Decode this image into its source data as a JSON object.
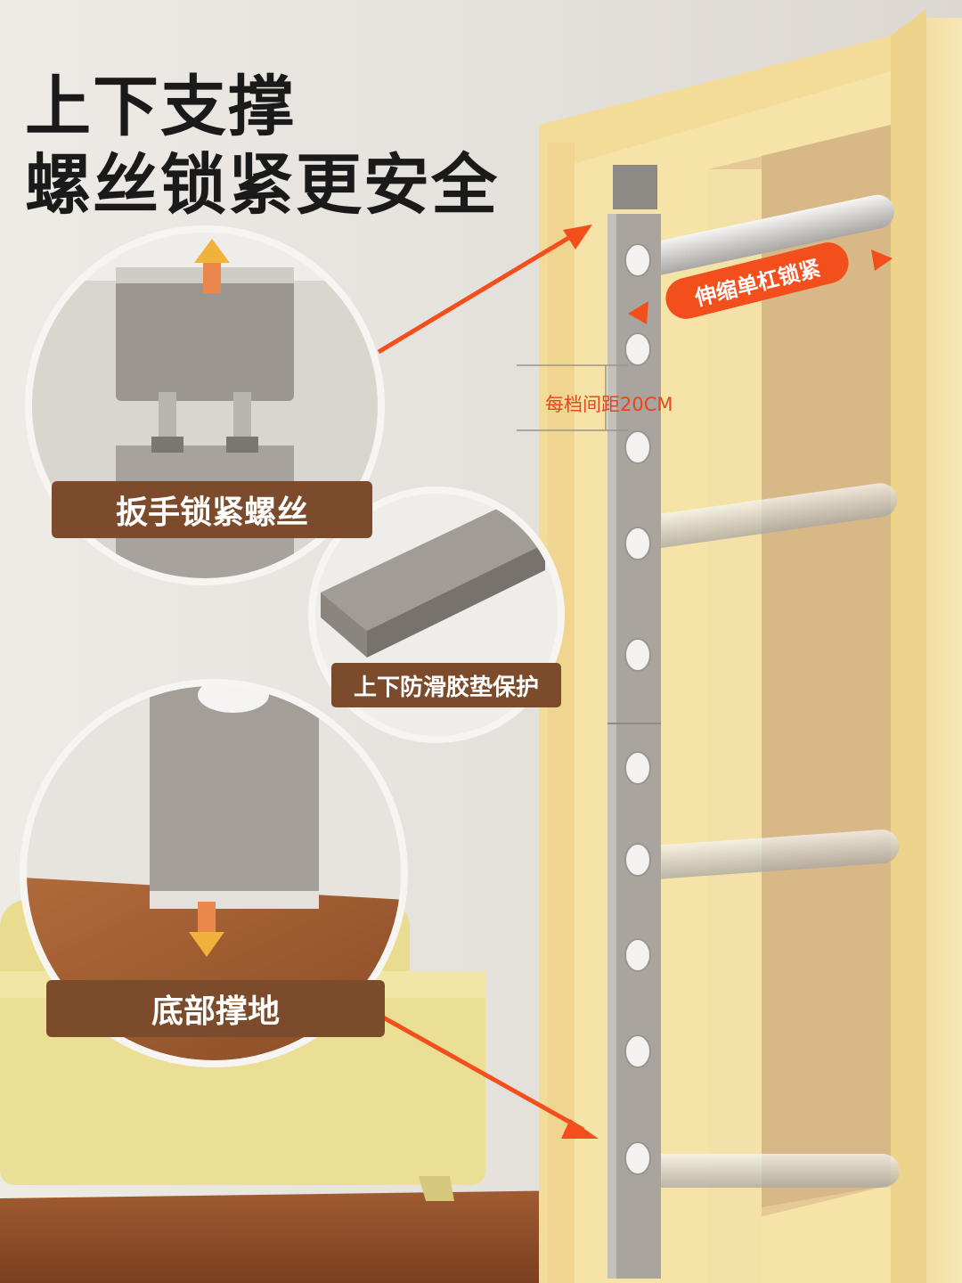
{
  "headline": {
    "line1": "上下支撑",
    "line2": "螺丝锁紧更安全"
  },
  "callouts": {
    "wrench_lock": "扳手锁紧螺丝",
    "anti_slip_pad": "上下防滑胶垫保护",
    "bottom_support": "底部撑地"
  },
  "labels": {
    "telescopic": "伸缩单杠锁紧",
    "hole_spacing": "每档间距20CM"
  },
  "colors": {
    "accent": "#f24f1d",
    "banner": "#7b4b2c",
    "frame": "#f2dfa0"
  }
}
